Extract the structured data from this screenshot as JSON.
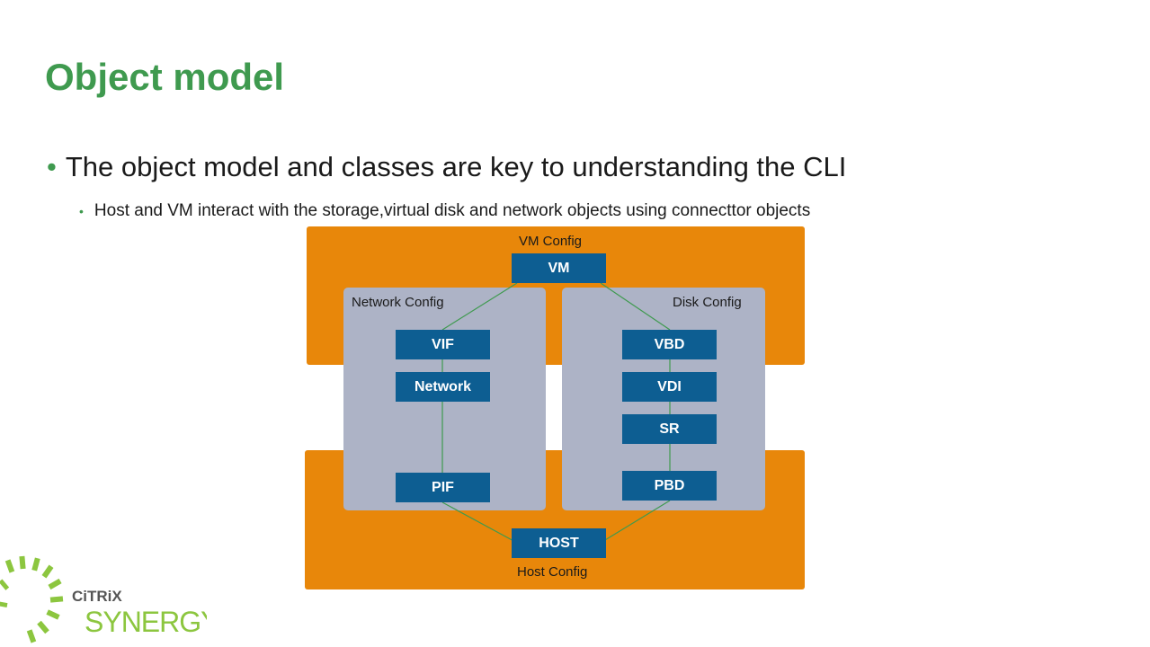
{
  "slide": {
    "title": "Object model",
    "bullet_main": "The object model and classes are key to understanding the CLI",
    "bullet_sub": "Host and VM interact with the storage,virtual disk and network objects using connecttor objects"
  },
  "diagram": {
    "vm_config_label": "VM Config",
    "host_config_label": "Host Config",
    "network_config_label": "Network Config",
    "disk_config_label": "Disk Config",
    "nodes": {
      "vm": "VM",
      "vif": "VIF",
      "network": "Network",
      "pif": "PIF",
      "vbd": "VBD",
      "vdi": "VDI",
      "sr": "SR",
      "pbd": "PBD",
      "host": "HOST"
    },
    "colors": {
      "config_panel": "#e8870a",
      "sub_panel": "#adb3c6",
      "node": "#0d5e92",
      "link": "#3f9a4f"
    }
  },
  "branding": {
    "logo_brand": "CiTRiX",
    "logo_product": "SYNERGY",
    "logo_icon": "dotted-ring-icon"
  }
}
